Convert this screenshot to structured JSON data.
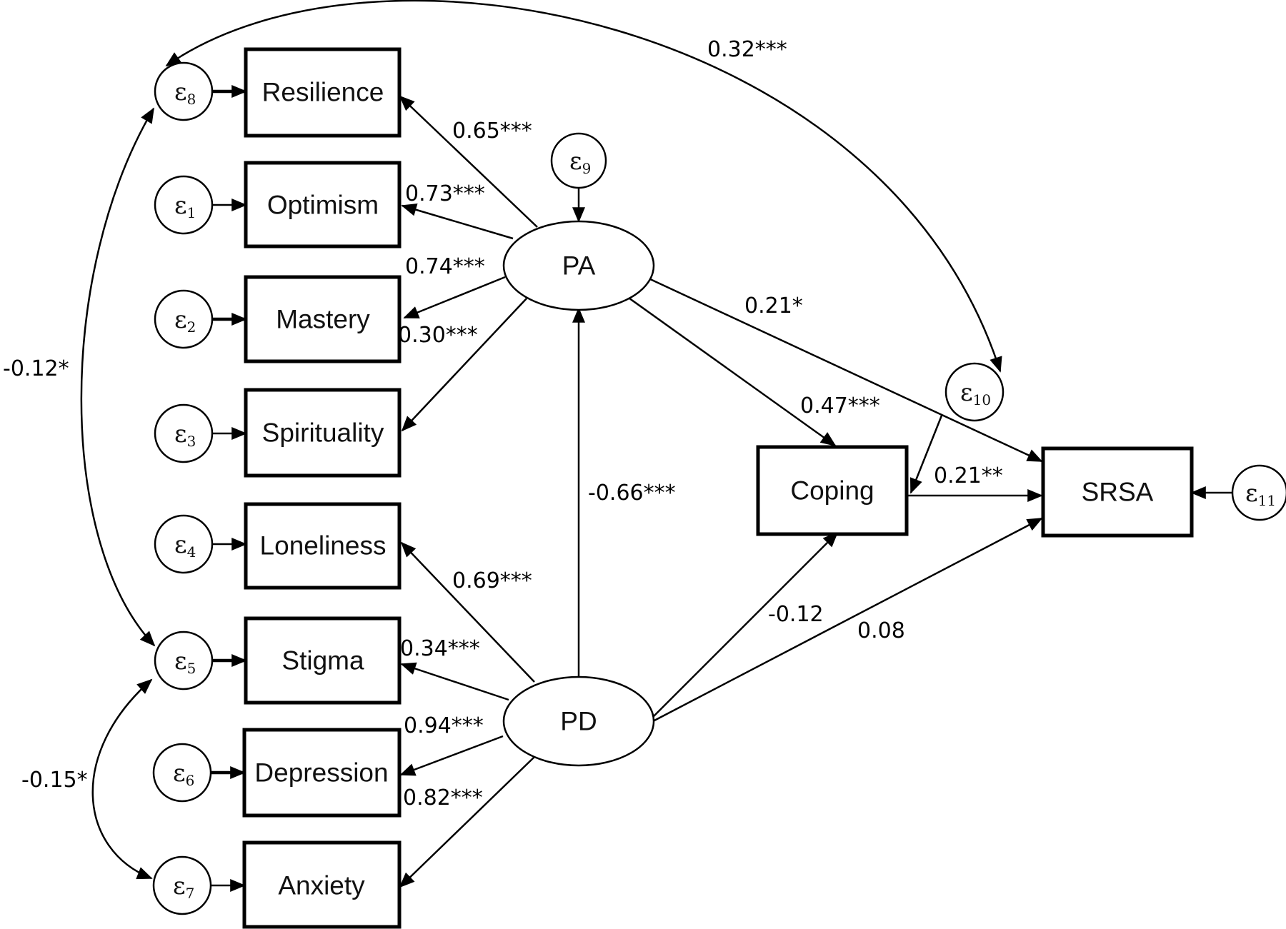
{
  "nodes": {
    "resilience": "Resilience",
    "optimism": "Optimism",
    "mastery": "Mastery",
    "spirituality": "Spirituality",
    "loneliness": "Loneliness",
    "stigma": "Stigma",
    "depression": "Depression",
    "anxiety": "Anxiety",
    "pa": "PA",
    "pd": "PD",
    "coping": "Coping",
    "srsa": "SRSA"
  },
  "errors": {
    "symbol": "ε",
    "e1": "1",
    "e2": "2",
    "e3": "3",
    "e4": "4",
    "e5": "5",
    "e6": "6",
    "e7": "7",
    "e8": "8",
    "e9": "9",
    "e10": "10",
    "e11": "11"
  },
  "coefficients": {
    "pa_resilience": "0.65***",
    "pa_optimism": "0.73***",
    "pa_mastery": "0.74***",
    "pa_spirituality": "0.30***",
    "pd_loneliness": "0.69***",
    "pd_stigma": "0.34***",
    "pd_depression": "0.94***",
    "pd_anxiety": "0.82***",
    "pd_pa": "-0.66***",
    "pa_srsa": "0.21*",
    "pa_coping": "0.47***",
    "coping_srsa": "0.21**",
    "pd_coping": "-0.12",
    "pd_srsa": "0.08",
    "e8_e10": "0.32***",
    "e8_e5": "-0.12*",
    "e5_e7": "-0.15*"
  }
}
